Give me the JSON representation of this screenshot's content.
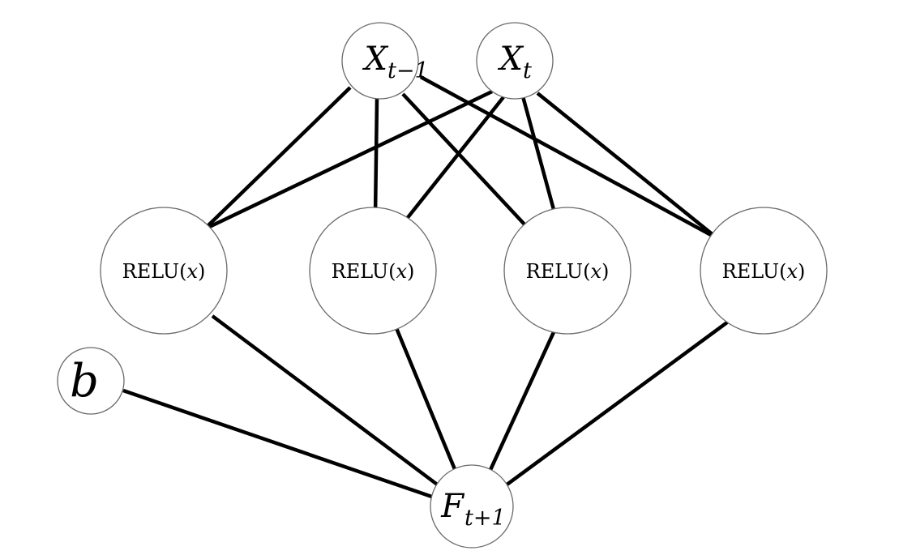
{
  "nodes": {
    "x_prev": {
      "symbol": "X",
      "subscript": "t−1"
    },
    "x_curr": {
      "symbol": "X",
      "subscript": "t"
    },
    "relu_1": {
      "func": "RELU",
      "open": "(",
      "arg": "x",
      "close": ")"
    },
    "relu_2": {
      "func": "RELU",
      "open": "(",
      "arg": "x",
      "close": ")"
    },
    "relu_3": {
      "func": "RELU",
      "open": "(",
      "arg": "x",
      "close": ")"
    },
    "relu_4": {
      "func": "RELU",
      "open": "(",
      "arg": "x",
      "close": ")"
    },
    "bias": {
      "symbol": "b"
    },
    "output": {
      "symbol": "F",
      "subscript": "t+1"
    }
  },
  "edges": [
    {
      "from": "x_prev",
      "to": "relu_1"
    },
    {
      "from": "x_prev",
      "to": "relu_2"
    },
    {
      "from": "x_prev",
      "to": "relu_3"
    },
    {
      "from": "x_prev",
      "to": "relu_4"
    },
    {
      "from": "x_curr",
      "to": "relu_1"
    },
    {
      "from": "x_curr",
      "to": "relu_2"
    },
    {
      "from": "x_curr",
      "to": "relu_3"
    },
    {
      "from": "x_curr",
      "to": "relu_4"
    },
    {
      "from": "relu_1",
      "to": "output"
    },
    {
      "from": "relu_2",
      "to": "output"
    },
    {
      "from": "relu_3",
      "to": "output"
    },
    {
      "from": "relu_4",
      "to": "output"
    },
    {
      "from": "bias",
      "to": "output"
    }
  ],
  "colors": {
    "edge": "#000000",
    "node_stroke": "#6a6a6a",
    "node_fill": "#ffffff",
    "background": "#ffffff"
  }
}
